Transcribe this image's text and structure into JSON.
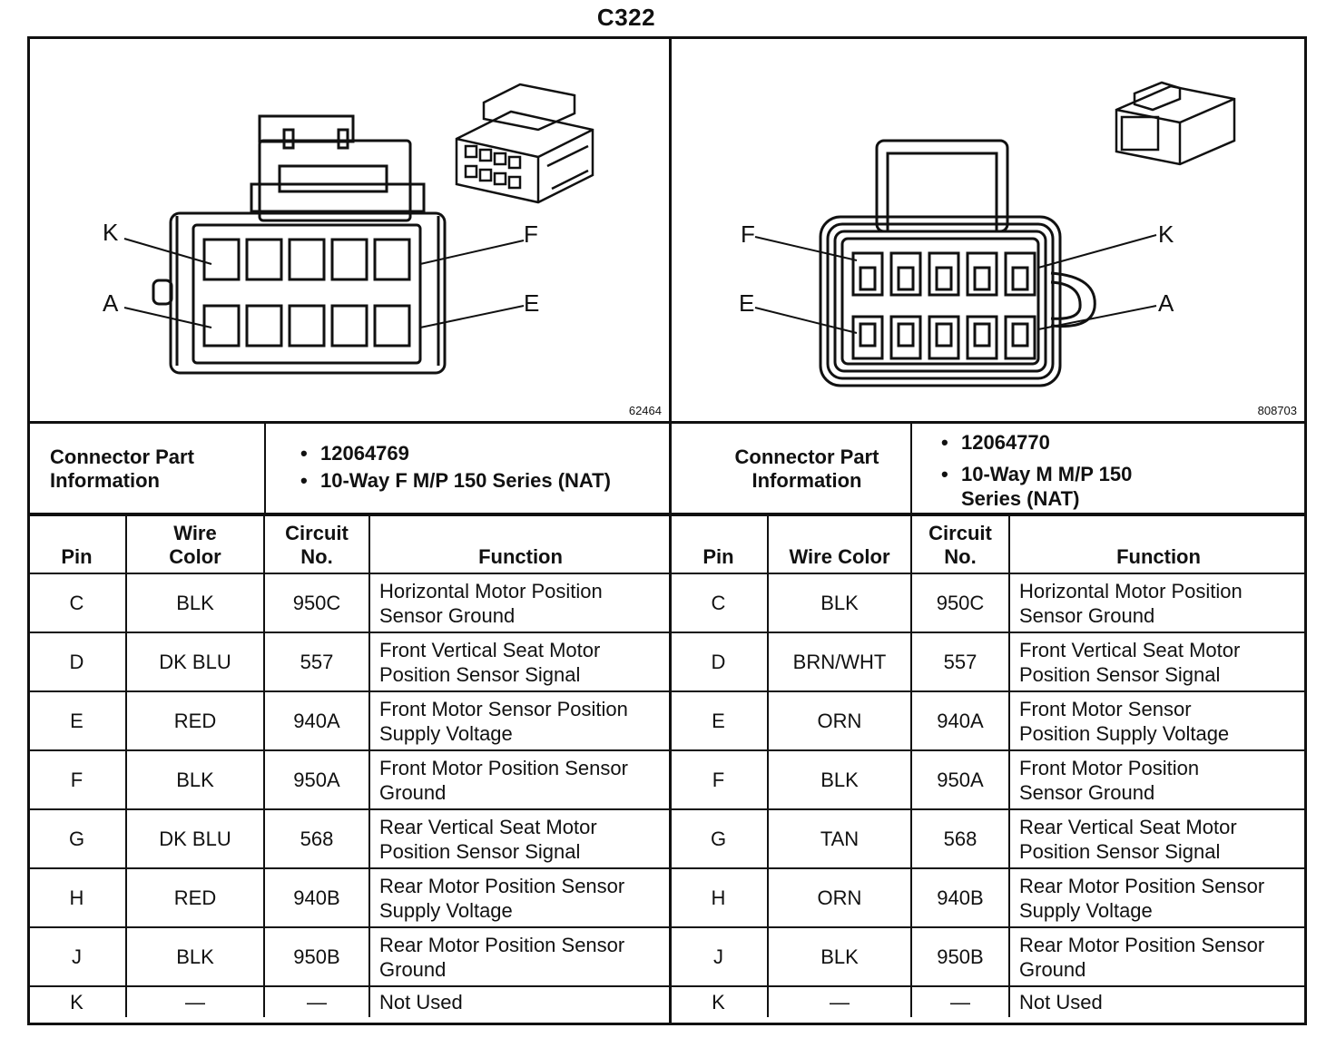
{
  "title": "C322",
  "left": {
    "figure_number": "62464",
    "pin_labels": {
      "k": "K",
      "f": "F",
      "a": "A",
      "e": "E"
    },
    "connector_part_label": "Connector Part Information",
    "part_info": [
      "12064769",
      "10-Way F M/P 150 Series (NAT)"
    ],
    "headers": {
      "pin": "Pin",
      "wire_color": "Wire Color",
      "circuit": "Circuit No.",
      "function": "Function"
    },
    "rows": [
      {
        "pin": "C",
        "color": "BLK",
        "circuit": "950C",
        "function": [
          "Horizontal Motor Position",
          "Sensor Ground"
        ]
      },
      {
        "pin": "D",
        "color": "DK BLU",
        "circuit": "557",
        "function": [
          "Front Vertical Seat Motor",
          "Position Sensor Signal"
        ]
      },
      {
        "pin": "E",
        "color": "RED",
        "circuit": "940A",
        "function": [
          "Front Motor Sensor Position",
          "Supply Voltage"
        ]
      },
      {
        "pin": "F",
        "color": "BLK",
        "circuit": "950A",
        "function": [
          "Front Motor Position Sensor",
          "Ground"
        ]
      },
      {
        "pin": "G",
        "color": "DK BLU",
        "circuit": "568",
        "function": [
          "Rear Vertical Seat Motor",
          "Position Sensor Signal"
        ]
      },
      {
        "pin": "H",
        "color": "RED",
        "circuit": "940B",
        "function": [
          "Rear Motor Position Sensor",
          "Supply Voltage"
        ]
      },
      {
        "pin": "J",
        "color": "BLK",
        "circuit": "950B",
        "function": [
          "Rear Motor Position Sensor",
          "Ground"
        ]
      },
      {
        "pin": "K",
        "color": "—",
        "circuit": "—",
        "function": [
          "Not Used"
        ]
      }
    ]
  },
  "right": {
    "figure_number": "808703",
    "pin_labels": {
      "f": "F",
      "k": "K",
      "e": "E",
      "a": "A"
    },
    "connector_part_label": "Connector Part Information",
    "part_info": [
      "12064770",
      "10-Way M M/P 150 Series (NAT)"
    ],
    "headers": {
      "pin": "Pin",
      "wire_color": "Wire Color",
      "circuit": "Circuit No.",
      "function": "Function"
    },
    "rows": [
      {
        "pin": "C",
        "color": "BLK",
        "circuit": "950C",
        "function": [
          "Horizontal Motor Position",
          "Sensor Ground"
        ]
      },
      {
        "pin": "D",
        "color": "BRN/WHT",
        "circuit": "557",
        "function": [
          "Front Vertical Seat Motor",
          "Position Sensor Signal"
        ]
      },
      {
        "pin": "E",
        "color": "ORN",
        "circuit": "940A",
        "function": [
          "Front Motor Sensor",
          "Position Supply Voltage"
        ]
      },
      {
        "pin": "F",
        "color": "BLK",
        "circuit": "950A",
        "function": [
          "Front Motor Position",
          "Sensor Ground"
        ]
      },
      {
        "pin": "G",
        "color": "TAN",
        "circuit": "568",
        "function": [
          "Rear Vertical Seat Motor",
          "Position Sensor Signal"
        ]
      },
      {
        "pin": "H",
        "color": "ORN",
        "circuit": "940B",
        "function": [
          "Rear Motor Position Sensor",
          "Supply Voltage"
        ]
      },
      {
        "pin": "J",
        "color": "BLK",
        "circuit": "950B",
        "function": [
          "Rear Motor Position Sensor",
          "Ground"
        ]
      },
      {
        "pin": "K",
        "color": "—",
        "circuit": "—",
        "function": [
          "Not Used"
        ]
      }
    ]
  }
}
